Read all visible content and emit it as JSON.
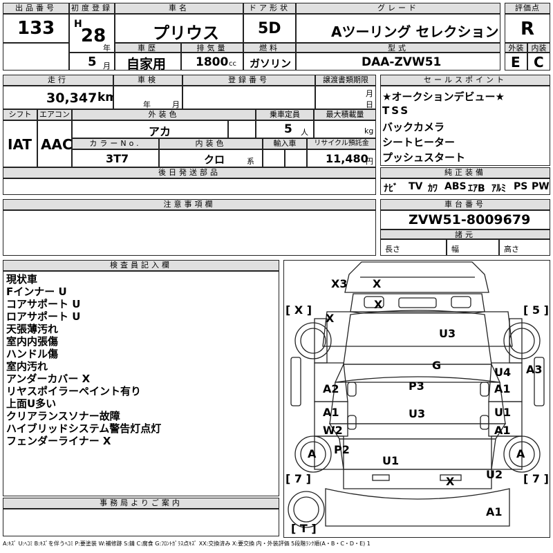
{
  "headers": {
    "lot_no": "出品番号",
    "first_reg": "初度登録",
    "car_name": "車名",
    "door": "ドア形状",
    "grade": "グレード",
    "score": "評価点",
    "history": "車歴",
    "displacement": "排気量",
    "fuel": "燃料",
    "model_code": "型式",
    "exterior": "外装",
    "interior": "内装",
    "mileage": "走行",
    "inspection": "車検",
    "reg_no": "登録番号",
    "transfer_deadline": "譲渡書類期限",
    "sales_points": "セールスポイント",
    "shift": "シフト",
    "aircon": "エアコン",
    "ext_color": "外装色",
    "capacity": "乗車定員",
    "max_load": "最大積載量",
    "color_no": "カラーNo.",
    "int_color": "内装色",
    "import": "輸入車",
    "recycle": "リサイクル預託金",
    "later_parts": "後日発送部品",
    "genuine_equip": "純正装備",
    "notes": "注意事項欄",
    "chassis": "車台番号",
    "specs": "諸元",
    "inspector": "検査員記入欄",
    "office": "事務局よりご案内"
  },
  "lot_no": "133",
  "era": "H",
  "year": "28",
  "year_unit": "年",
  "month": "5",
  "month_unit": "月",
  "car_name": "プリウス",
  "door": "5D",
  "grade": "Aツーリング セレクション",
  "score": "R",
  "history": "自家用",
  "displacement": "1800",
  "displacement_unit": "cc",
  "fuel": "ガソリン",
  "model_code": "DAA-ZVW51",
  "exterior_score": "E",
  "interior_score": "C",
  "mileage": "30,347",
  "mileage_unit": "km",
  "inspection_year_unit": "年",
  "inspection_month_unit": "月",
  "deadline_month_unit": "月",
  "deadline_day_unit": "日",
  "shift": "IAT",
  "aircon": "AAC",
  "ext_color": "アカ",
  "capacity": "5",
  "capacity_unit": "人",
  "load_unit": "kg",
  "color_no": "3T7",
  "int_color": "クロ",
  "int_color_unit": "系",
  "recycle": "11,480",
  "recycle_unit": "円",
  "sales_points": [
    "★オークションデビュー★",
    "TSS",
    "バックカメラ",
    "シートヒーター",
    "プッシュスタート"
  ],
  "genuine_equip": [
    "ﾅﾋﾞ",
    "TV",
    "ｶﾜ",
    "ABS",
    "ｴｱB",
    "ｱﾙﾐ",
    "PS",
    "PW"
  ],
  "chassis_no": "ZVW51-8009679",
  "spec_length": "長さ",
  "spec_width": "幅",
  "spec_height": "高さ",
  "remarks": [
    "現状車",
    "Fインナー U",
    "コアサポート U",
    "ロアサポート U",
    "天張薄汚れ",
    "室内内張傷",
    "ハンドル傷",
    "室内汚れ",
    "アンダーカバー X",
    "リヤスポイラーペイント有り",
    "上面U多い",
    "クリアランスソナー故障",
    "ハイブリッドシステム警告灯点灯",
    "フェンダーライナー X"
  ],
  "diagram_labels": {
    "x3": "X3",
    "front_bumper": "X",
    "front_panel": "X",
    "hood_x": "X",
    "left_bracket": "[ X ]",
    "right_bracket": "[ 5 ]",
    "hood_u3": "U3",
    "windshield_g": "G",
    "u4": "U4",
    "a3": "A3",
    "a2": "A2",
    "a1_left_front_door": "A1",
    "p3": "P3",
    "a1_right_front_door": "A1",
    "a1_left_rear_door": "A1",
    "u1_right_rear_door": "U1",
    "w2": "W2",
    "a1_right_rear_door": "A1",
    "u3_roof": "U3",
    "p2": "P2",
    "a_left_rear_wheel": "A",
    "a_right_rear_wheel": "A",
    "u1_trunk": "U1",
    "bracket_7_left": "[ 7 ]",
    "bracket_7_right": "[ 7 ]",
    "u2": "U2",
    "x_rear": "X",
    "a1_rear_bumper": "A1",
    "bracket_t": "[ T ]"
  },
  "legend": "A:ｷｽﾞ U:ﾍｺﾐ B:ｷｽﾞを伴うﾍｺﾐ P:要塗装 W:補修跡 S:錆 C:腐食 G:ﾌﾛﾝﾄｶﾞﾗｽ点ｷｽﾞ XX:交換済み X:要交換 内・外装評価 5段階ﾗﾝｸ順(A・B・C・D・E) 1"
}
